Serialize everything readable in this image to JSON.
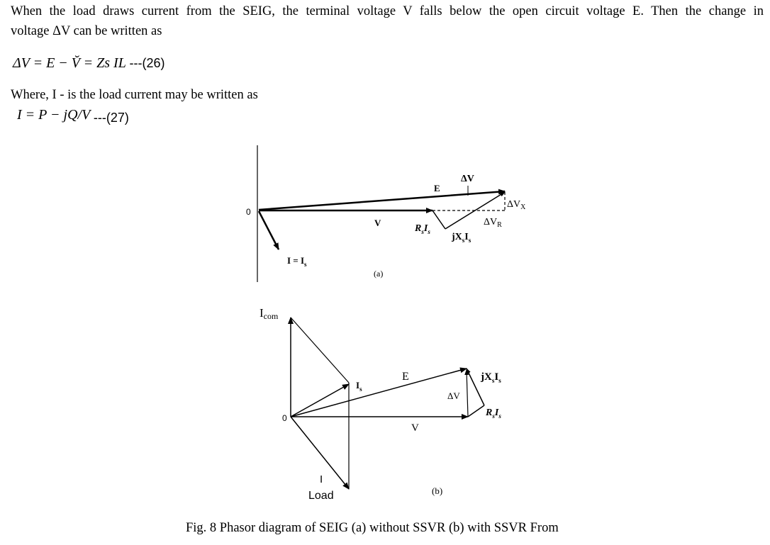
{
  "paragraph1": {
    "line1": "When the load draws current from the SEIG, the terminal voltage V falls below the open circuit voltage E. Then the change in",
    "line2": "voltage ΔV can be written as"
  },
  "equation26": {
    "lhs": "ΔV = E − V̆ = Zs IL",
    "number": "---(26)"
  },
  "paragraph2": "Where, I - is the load current may be written as",
  "equation27": {
    "lhs": "I = P − jQ/V",
    "number": "---(27)"
  },
  "figure": {
    "a": {
      "origin": "0",
      "E": "E",
      "dV": "ΔV",
      "dVx": "ΔVX",
      "dVr": "ΔVR",
      "V": "V",
      "RI": "RsIs",
      "jXI": "jXsIs",
      "I": "I = Is",
      "panel": "(a)"
    },
    "b": {
      "icom": "Icom",
      "origin": "0",
      "Is": "Is",
      "E": "E",
      "jXI": "jXsIs",
      "dV": "ΔV",
      "RI": "RsIs",
      "V": "V",
      "I": "I",
      "load": "Load",
      "panel": "(b)"
    }
  },
  "caption": "Fig. 8 Phasor diagram of SEIG (a) without SSVR (b) with SSVR From"
}
